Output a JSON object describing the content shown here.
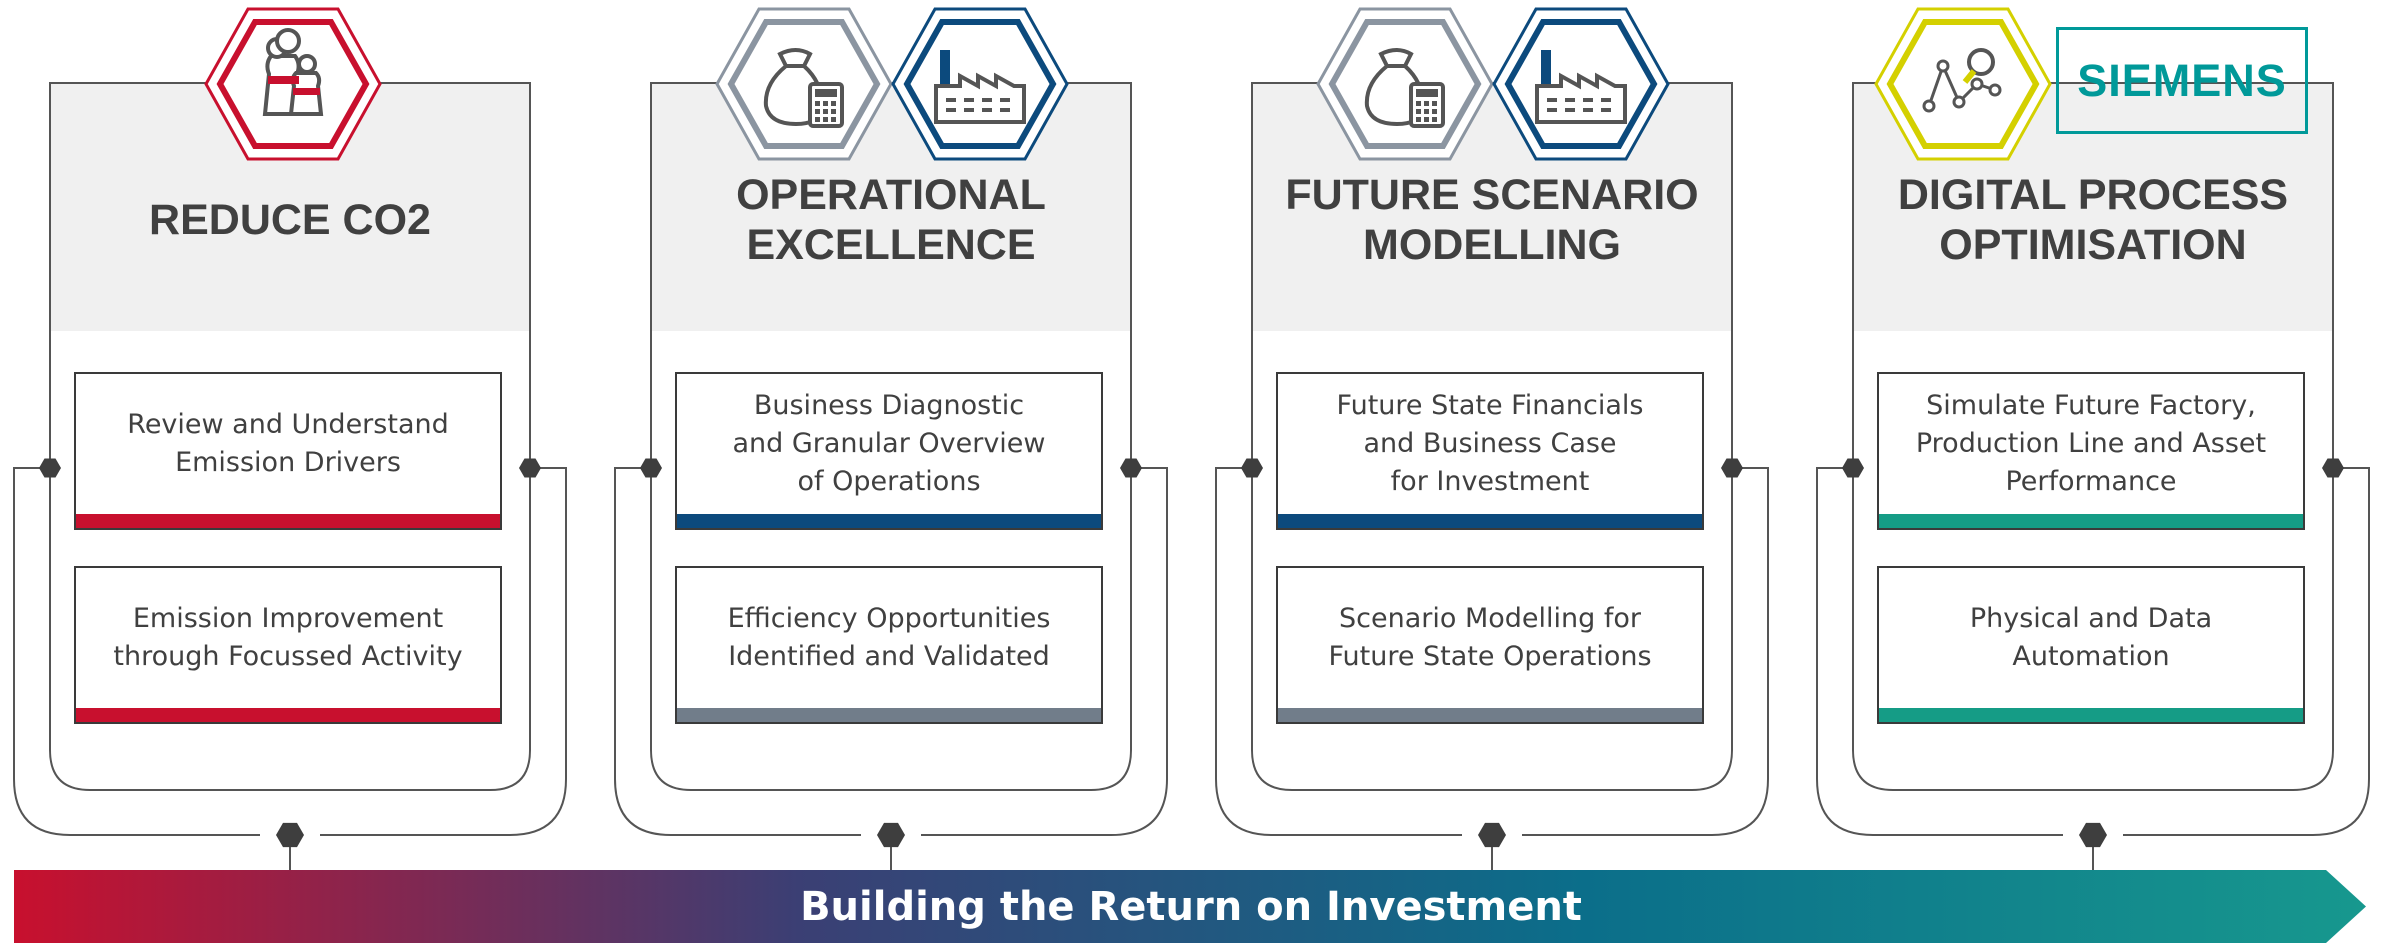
{
  "banner": {
    "label": "Building the Return on Investment",
    "gradient": [
      "#c8102e",
      "#3b3f74",
      "#0b6e8a",
      "#17988e"
    ]
  },
  "colors": {
    "frame_stroke": "#555555",
    "header_fill": "#f0f0f0",
    "text": "#404040",
    "red": "#c8102e",
    "blue": "#0c4a7d",
    "slate": "#717d8a",
    "teal": "#159c86",
    "yellow": "#d4d000",
    "gray_icon": "#8b95a1"
  },
  "pillars": [
    {
      "title": "REDUCE CO2",
      "icons": [
        "cooling-towers-icon"
      ],
      "cards": [
        {
          "text": "Review and Understand\nEmission Drivers",
          "accent": "#c8102e"
        },
        {
          "text": "Emission Improvement\nthrough Focussed Activity",
          "accent": "#c8102e"
        }
      ]
    },
    {
      "title": "OPERATIONAL\nEXCELLENCE",
      "icons": [
        "money-bag-calculator-icon",
        "factory-icon"
      ],
      "cards": [
        {
          "text": "Business Diagnostic\nand Granular Overview\nof Operations",
          "accent": "#0c4a7d"
        },
        {
          "text": "Efficiency Opportunities\nIdentified and Validated",
          "accent": "#717d8a"
        }
      ]
    },
    {
      "title": "FUTURE SCENARIO\nMODELLING",
      "icons": [
        "money-bag-calculator-icon",
        "factory-icon"
      ],
      "cards": [
        {
          "text": "Future State Financials\nand Business Case\nfor Investment",
          "accent": "#0c4a7d"
        },
        {
          "text": "Scenario Modelling for\nFuture State Operations",
          "accent": "#717d8a"
        }
      ]
    },
    {
      "title": "DIGITAL PROCESS\nOPTIMISATION",
      "icons": [
        "data-analytics-icon"
      ],
      "logo": "SIEMENS",
      "cards": [
        {
          "text": "Simulate Future Factory,\nProduction Line and Asset\nPerformance",
          "accent": "#159c86"
        },
        {
          "text": "Physical and Data\nAutomation",
          "accent": "#159c86"
        }
      ]
    }
  ]
}
